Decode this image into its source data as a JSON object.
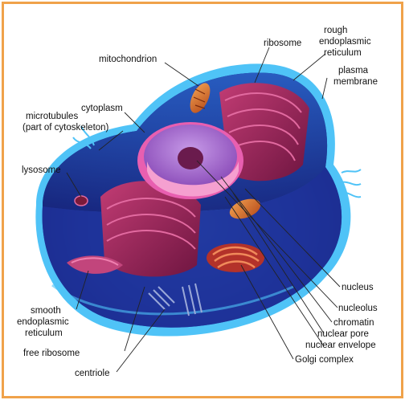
{
  "diagram": {
    "labels": {
      "mitochondrion": "mitochondrion",
      "ribosome": "ribosome",
      "rough_er_1": "rough",
      "rough_er_2": "endoplasmic",
      "rough_er_3": "reticulum",
      "plasma_1": "plasma",
      "plasma_2": "membrane",
      "cytoplasm": "cytoplasm",
      "microtubules_1": "microtubules",
      "microtubules_2": "(part of cytoskeleton)",
      "lysosome": "lysosome",
      "nucleus": "nucleus",
      "nucleolus": "nucleolus",
      "chromatin": "chromatin",
      "nuclear_pore": "nuclear pore",
      "nuclear_envelope": "nuclear envelope",
      "golgi": "Golgi complex",
      "smooth_er_1": "smooth",
      "smooth_er_2": "endoplasmic",
      "smooth_er_3": "reticulum",
      "free_ribosome": "free ribosome",
      "centriole": "centriole"
    },
    "colors": {
      "frame": "#f0a24a",
      "membrane": "#4fc3f7",
      "cytoplasm_dark": "#1a2a8a",
      "cytoplasm_light": "#2f6fd6",
      "organelle": "#a0265a",
      "nucleus_outer": "#e85fb0",
      "nucleus_inner": "#b57ad6",
      "nucleolus": "#6a1b4d",
      "mitochondrion": "#e07a2c",
      "leader_line": "#222222"
    }
  }
}
